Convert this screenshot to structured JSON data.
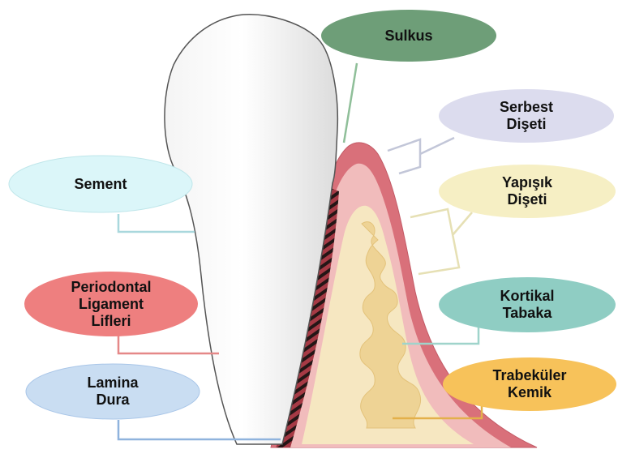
{
  "labels": {
    "sulkus": "Sulkus",
    "serbest_diseti": "Serbest\nDişeti",
    "yapisik_diseti": "Yapışık\nDişeti",
    "kortikal_tabaka": "Kortikal\nTabaka",
    "trabekuler_kemik": "Trabeküler\nKemik",
    "sement": "Sement",
    "periodontal_ligament_lifleri": "Periodontal\nLigament\nLifleri",
    "lamina_dura": "Lamina\nDura"
  },
  "colors": {
    "sulkus": "#6e9e78",
    "serbest_diseti": "#dcdcee",
    "yapisik_diseti": "#f6efc4",
    "kortikal_tabaka": "#8fcdc3",
    "trabekuler_kemik": "#f7c25a",
    "sement": "#dbf6f9",
    "periodontal_ligament_lifleri": "#ee7f7f",
    "lamina_dura": "#c9ddf2",
    "gingiva": "#d9707a",
    "cortical": "#f1bcbc",
    "cancellous": "#f6e7c1",
    "trabeculae": "#f2d9a0",
    "tooth": "#ffffff",
    "ligament": "#2b1d1d"
  }
}
